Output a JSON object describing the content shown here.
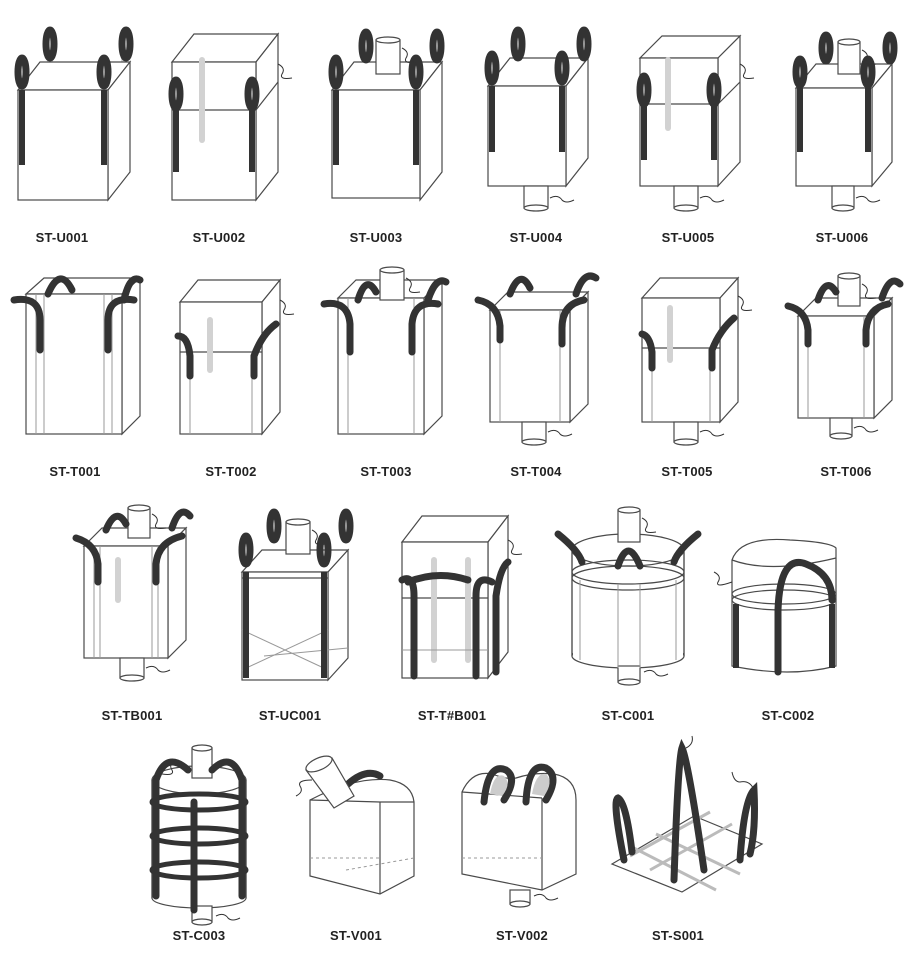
{
  "products": [
    {
      "code": "ST-U001",
      "icon": "u-panel-bag-icon"
    },
    {
      "code": "ST-U002",
      "icon": "u-panel-bag-duffle-top-icon"
    },
    {
      "code": "ST-U003",
      "icon": "u-panel-bag-spout-top-icon"
    },
    {
      "code": "ST-U004",
      "icon": "u-panel-bag-spout-bottom-icon"
    },
    {
      "code": "ST-U005",
      "icon": "u-panel-bag-duffle-spout-bottom-icon"
    },
    {
      "code": "ST-U006",
      "icon": "u-panel-bag-spout-top-bottom-icon"
    },
    {
      "code": "ST-T001",
      "icon": "tubular-bag-icon"
    },
    {
      "code": "ST-T002",
      "icon": "tubular-bag-duffle-top-icon"
    },
    {
      "code": "ST-T003",
      "icon": "tubular-bag-spout-top-icon"
    },
    {
      "code": "ST-T004",
      "icon": "tubular-bag-spout-bottom-icon"
    },
    {
      "code": "ST-T005",
      "icon": "tubular-bag-duffle-spout-bottom-icon"
    },
    {
      "code": "ST-T006",
      "icon": "tubular-bag-spout-top-bottom-icon"
    },
    {
      "code": "ST-TB001",
      "icon": "baffle-bag-icon"
    },
    {
      "code": "ST-UC001",
      "icon": "u-panel-cross-corner-bag-icon"
    },
    {
      "code": "ST-T#B001",
      "icon": "tubular-baffle-bag-icon"
    },
    {
      "code": "ST-C001",
      "icon": "circular-bag-spouts-icon"
    },
    {
      "code": "ST-C002",
      "icon": "circular-bag-cross-loop-icon"
    },
    {
      "code": "ST-C003",
      "icon": "circular-bag-belted-icon"
    },
    {
      "code": "ST-V001",
      "icon": "single-loop-bag-spout-icon"
    },
    {
      "code": "ST-V002",
      "icon": "two-loop-bag-icon"
    },
    {
      "code": "ST-S001",
      "icon": "sling-bag-icon"
    }
  ]
}
